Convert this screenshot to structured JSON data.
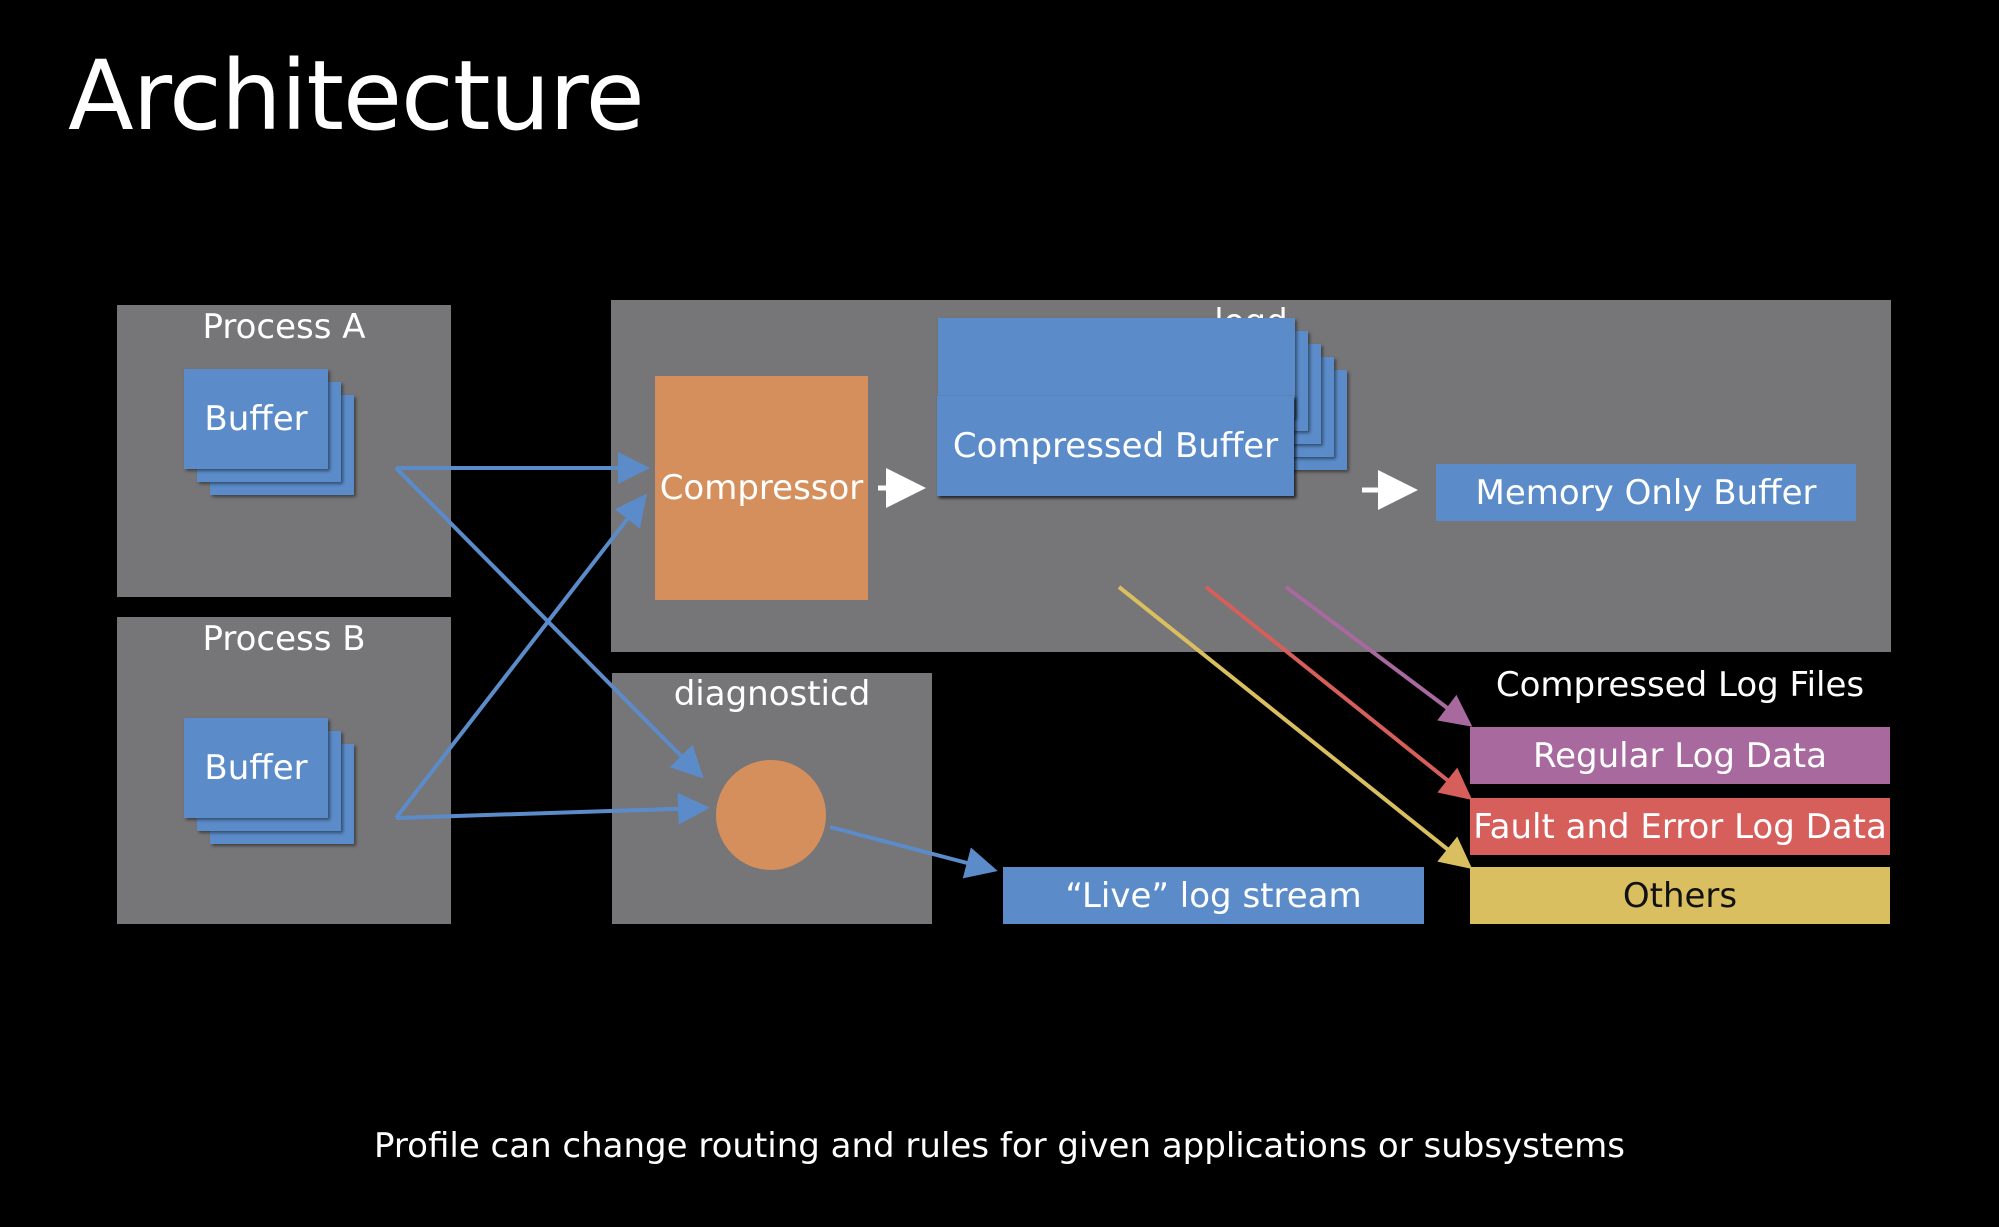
{
  "title": "Architecture",
  "process_a": {
    "label": "Process A",
    "buffer": "Buffer"
  },
  "process_b": {
    "label": "Process B",
    "buffer": "Buffer"
  },
  "logd": {
    "label": "logd",
    "compressor": "Compressor",
    "compressed_buffer": "Compressed Buffer",
    "memory_only_buffer": "Memory Only Buffer"
  },
  "diagnosticd": {
    "label": "diagnosticd"
  },
  "live_stream": "“Live” log stream",
  "compressed_log_files": {
    "heading": "Compressed Log Files",
    "regular": "Regular Log Data",
    "fault_error": "Fault and Error Log Data",
    "others": "Others"
  },
  "footer": "Profile can change routing and rules for given applications or subsystems",
  "colors": {
    "background": "#000000",
    "container_gray": "#767577",
    "buffer_blue": "#5b8cc9",
    "compressor_orange": "#d58f5c",
    "regular_purple": "#a8699f",
    "fault_red": "#d65f5c",
    "others_yellow": "#d9bf60"
  }
}
